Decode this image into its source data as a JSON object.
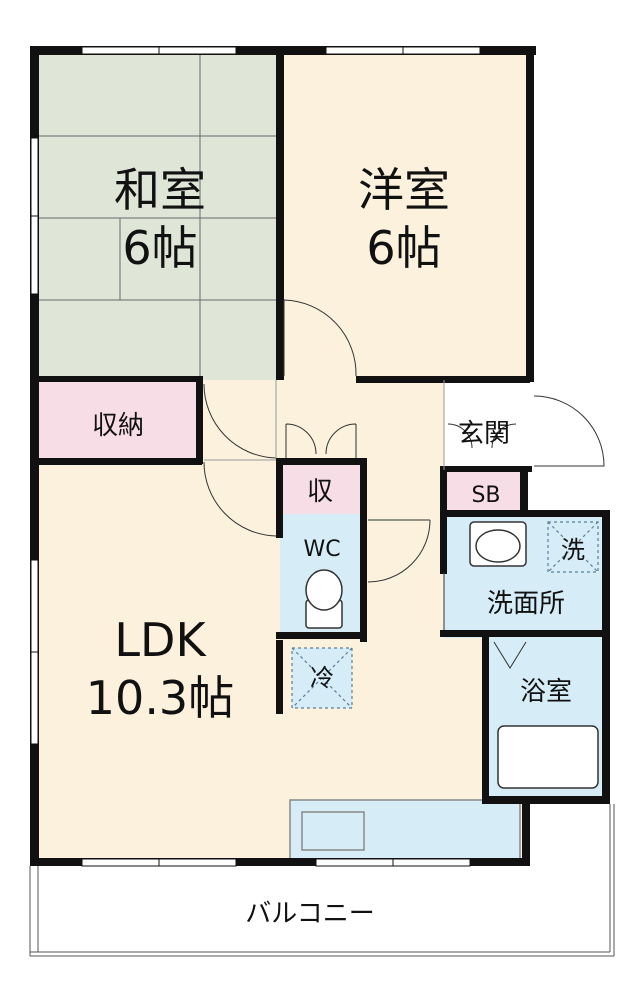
{
  "rooms": {
    "washitsu": {
      "name": "和室",
      "size": "6帖"
    },
    "youshitsu": {
      "name": "洋室",
      "size": "6帖"
    },
    "ldk": {
      "name": "LDK",
      "size": "10.3帖"
    },
    "closet": "収納",
    "small_storage": "収",
    "entrance": "玄関",
    "shoe_box": "SB",
    "toilet": "WC",
    "fridge": "冷",
    "washroom": "洗面所",
    "washer": "洗",
    "bathroom": "浴室",
    "balcony": "バルコニー"
  },
  "colors": {
    "tatami": "#dfe6d8",
    "floor": "#fbf1dd",
    "storage": "#f7dde6",
    "water": "#d6edf8",
    "wall": "#111111",
    "balcony": "#ffffff"
  }
}
